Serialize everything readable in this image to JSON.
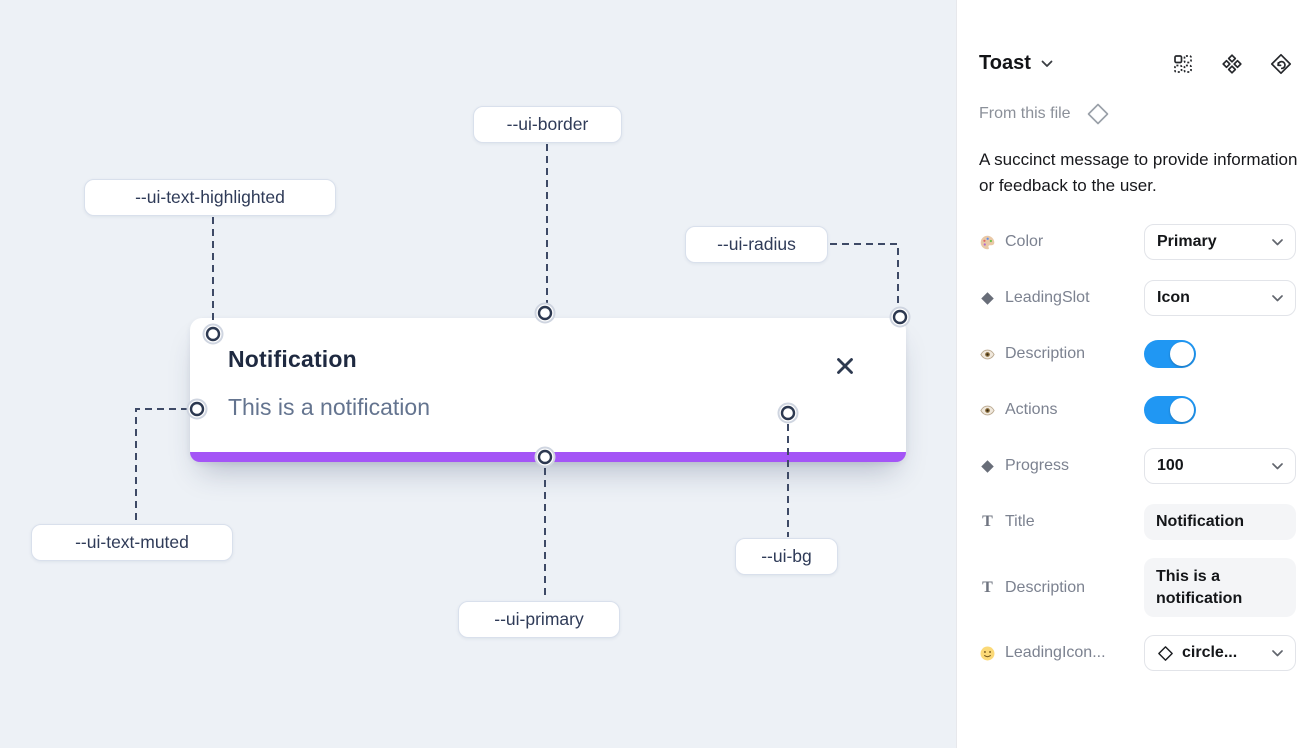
{
  "canvas": {
    "toast": {
      "title": "Notification",
      "description": "This is a notification"
    },
    "labels": [
      {
        "id": "ui-border",
        "text": "--ui-border"
      },
      {
        "id": "ui-text-highlighted",
        "text": "--ui-text-highlighted"
      },
      {
        "id": "ui-radius",
        "text": "--ui-radius"
      },
      {
        "id": "ui-text-muted",
        "text": "--ui-text-muted"
      },
      {
        "id": "ui-primary",
        "text": "--ui-primary"
      },
      {
        "id": "ui-bg",
        "text": "--ui-bg"
      }
    ],
    "colors": {
      "primary_bar": "#a455f6",
      "background": "#edf1f6"
    }
  },
  "panel": {
    "title": "Toast",
    "source": "From this file",
    "description": "A succinct message to provide information or feedback to the user.",
    "header_icons": [
      "instance-grid-icon",
      "component-set-icon",
      "swap-instance-icon"
    ],
    "icons": {
      "text_glyph": "T"
    },
    "properties": [
      {
        "label": "Color",
        "type": "select",
        "value": "Primary",
        "icon": "palette-icon"
      },
      {
        "label": "LeadingSlot",
        "type": "select",
        "value": "Icon",
        "icon": "diamond-icon"
      },
      {
        "label": "Description",
        "type": "toggle",
        "value": "on",
        "icon": "eye-icon"
      },
      {
        "label": "Actions",
        "type": "toggle",
        "value": "on",
        "icon": "eye-icon"
      },
      {
        "label": "Progress",
        "type": "select",
        "value": "100",
        "icon": "diamond-icon"
      },
      {
        "label": "Title",
        "type": "text",
        "value": "Notification",
        "icon": "text-icon"
      },
      {
        "label": "Description",
        "type": "text",
        "value": "This is a notification",
        "icon": "text-icon"
      },
      {
        "label": "LeadingIcon...",
        "type": "icon-select",
        "value": "circle...",
        "icon": "smiley-icon"
      }
    ],
    "colors": {
      "toggle_on": "#2097f3"
    }
  }
}
